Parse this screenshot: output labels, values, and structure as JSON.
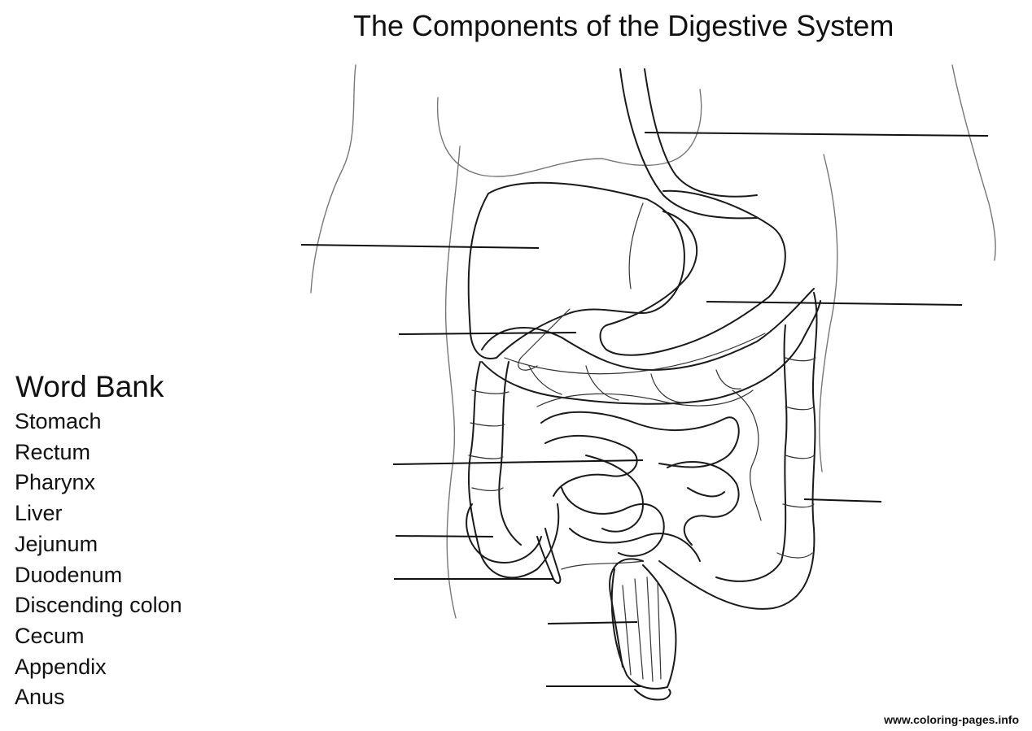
{
  "title": "The Components of the Digestive System",
  "word_bank": {
    "heading": "Word Bank",
    "items": [
      "Stomach",
      "Rectum",
      "Pharynx",
      "Liver",
      "Jejunum",
      "Duodenum",
      "Discending colon",
      "Cecum",
      "Appendix",
      "Anus"
    ]
  },
  "watermark": "www.coloring-pages.info",
  "label_line_count": 10
}
